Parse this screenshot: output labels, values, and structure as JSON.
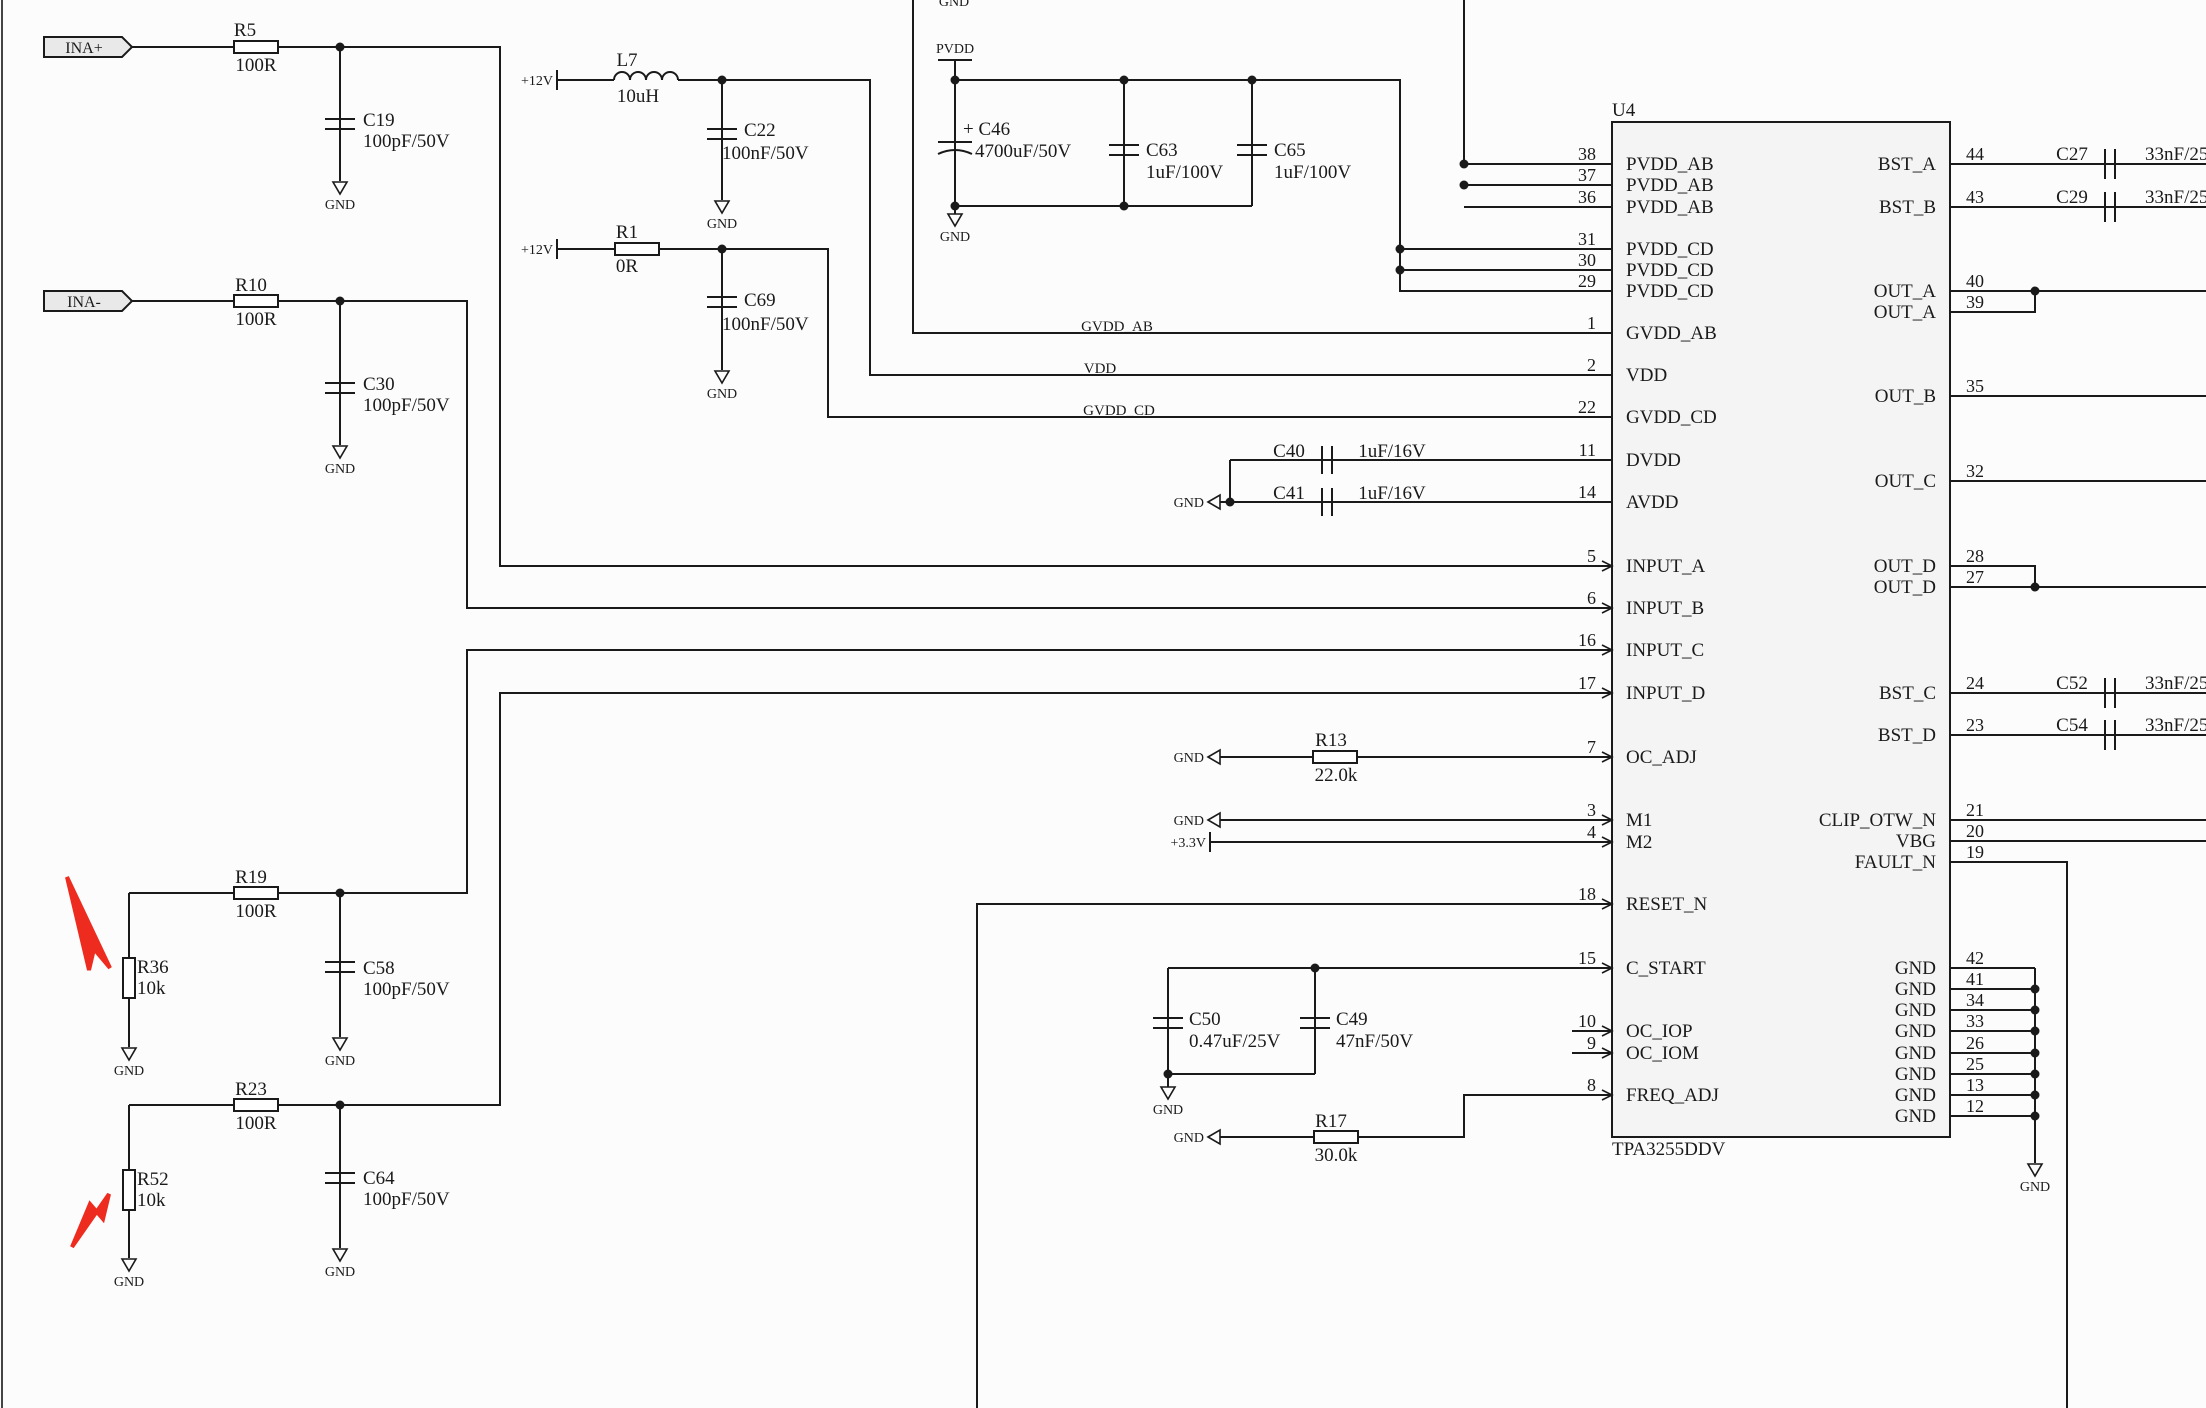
{
  "ports": {
    "ina_plus": "INA+",
    "ina_minus": "INA-"
  },
  "power": {
    "pvdd": "PVDD",
    "plus12v": "+12V",
    "plus3v3": "+3.3V",
    "gnd": "GND"
  },
  "components": {
    "R5": {
      "ref": "R5",
      "value": "100R"
    },
    "R10": {
      "ref": "R10",
      "value": "100R"
    },
    "R19": {
      "ref": "R19",
      "value": "100R"
    },
    "R23": {
      "ref": "R23",
      "value": "100R"
    },
    "R36": {
      "ref": "R36",
      "value": "10k"
    },
    "R52": {
      "ref": "R52",
      "value": "10k"
    },
    "R1": {
      "ref": "R1",
      "value": "0R"
    },
    "R13": {
      "ref": "R13",
      "value": "22.0k"
    },
    "R17": {
      "ref": "R17",
      "value": "30.0k"
    },
    "L7": {
      "ref": "L7",
      "value": "10uH"
    },
    "C19": {
      "ref": "C19",
      "value": "100pF/50V"
    },
    "C30": {
      "ref": "C30",
      "value": "100pF/50V"
    },
    "C58": {
      "ref": "C58",
      "value": "100pF/50V"
    },
    "C64": {
      "ref": "C64",
      "value": "100pF/50V"
    },
    "C22": {
      "ref": "C22",
      "value": "100nF/50V"
    },
    "C69": {
      "ref": "C69",
      "value": "100nF/50V"
    },
    "C46": {
      "ref": "C46",
      "value": "4700uF/50V",
      "polarity": "+"
    },
    "C63": {
      "ref": "C63",
      "value": "1uF/100V"
    },
    "C65": {
      "ref": "C65",
      "value": "1uF/100V"
    },
    "C40": {
      "ref": "C40",
      "value": "1uF/16V"
    },
    "C41": {
      "ref": "C41",
      "value": "1uF/16V"
    },
    "C50": {
      "ref": "C50",
      "value": "0.47uF/25V"
    },
    "C49": {
      "ref": "C49",
      "value": "47nF/50V"
    },
    "C27": {
      "ref": "C27",
      "value": "33nF/25"
    },
    "C29": {
      "ref": "C29",
      "value": "33nF/25"
    },
    "C52": {
      "ref": "C52",
      "value": "33nF/25"
    },
    "C54": {
      "ref": "C54",
      "value": "33nF/25"
    }
  },
  "nets": {
    "gvdd_ab": "GVDD_AB",
    "vdd": "VDD",
    "gvdd_cd": "GVDD_CD"
  },
  "ic": {
    "ref": "U4",
    "part": "TPA3255DDV",
    "left_pins": [
      {
        "num": "38",
        "name": "PVDD_AB"
      },
      {
        "num": "37",
        "name": "PVDD_AB"
      },
      {
        "num": "36",
        "name": "PVDD_AB"
      },
      {
        "num": "31",
        "name": "PVDD_CD"
      },
      {
        "num": "30",
        "name": "PVDD_CD"
      },
      {
        "num": "29",
        "name": "PVDD_CD"
      },
      {
        "num": "1",
        "name": "GVDD_AB"
      },
      {
        "num": "2",
        "name": "VDD"
      },
      {
        "num": "22",
        "name": "GVDD_CD"
      },
      {
        "num": "11",
        "name": "DVDD"
      },
      {
        "num": "14",
        "name": "AVDD"
      },
      {
        "num": "5",
        "name": "INPUT_A"
      },
      {
        "num": "6",
        "name": "INPUT_B"
      },
      {
        "num": "16",
        "name": "INPUT_C"
      },
      {
        "num": "17",
        "name": "INPUT_D"
      },
      {
        "num": "7",
        "name": "OC_ADJ"
      },
      {
        "num": "3",
        "name": "M1"
      },
      {
        "num": "4",
        "name": "M2"
      },
      {
        "num": "18",
        "name": "RESET_N"
      },
      {
        "num": "15",
        "name": "C_START"
      },
      {
        "num": "10",
        "name": "OC_IOP"
      },
      {
        "num": "9",
        "name": "OC_IOM"
      },
      {
        "num": "8",
        "name": "FREQ_ADJ"
      }
    ],
    "right_pins": [
      {
        "num": "44",
        "name": "BST_A"
      },
      {
        "num": "43",
        "name": "BST_B"
      },
      {
        "num": "40",
        "name": "OUT_A"
      },
      {
        "num": "39",
        "name": "OUT_A"
      },
      {
        "num": "35",
        "name": "OUT_B"
      },
      {
        "num": "32",
        "name": "OUT_C"
      },
      {
        "num": "28",
        "name": "OUT_D"
      },
      {
        "num": "27",
        "name": "OUT_D"
      },
      {
        "num": "24",
        "name": "BST_C"
      },
      {
        "num": "23",
        "name": "BST_D"
      },
      {
        "num": "21",
        "name": "CLIP_OTW_N"
      },
      {
        "num": "20",
        "name": "VBG"
      },
      {
        "num": "19",
        "name": "FAULT_N"
      },
      {
        "num": "42",
        "name": "GND"
      },
      {
        "num": "41",
        "name": "GND"
      },
      {
        "num": "34",
        "name": "GND"
      },
      {
        "num": "33",
        "name": "GND"
      },
      {
        "num": "26",
        "name": "GND"
      },
      {
        "num": "25",
        "name": "GND"
      },
      {
        "num": "13",
        "name": "GND"
      },
      {
        "num": "12",
        "name": "GND"
      }
    ]
  },
  "colors": {
    "wire": "#1a1a1a",
    "highlight_arrow": "#ee2b1f",
    "ic_fill": "#f4f4f4"
  }
}
